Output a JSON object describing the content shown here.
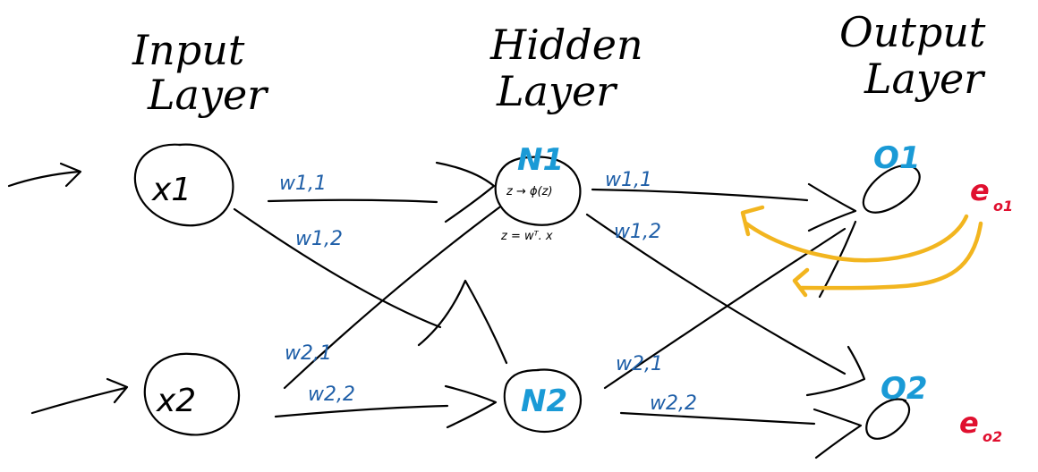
{
  "layers": {
    "input": {
      "title_line1": "Input",
      "title_line2": "Layer"
    },
    "hidden": {
      "title_line1": "Hidden",
      "title_line2": "Layer"
    },
    "output": {
      "title_line1": "Output",
      "title_line2": "Layer"
    }
  },
  "nodes": {
    "x1": "x1",
    "x2": "x2",
    "n1": "N1",
    "n2": "N2",
    "o1": "O1",
    "o2": "O2"
  },
  "n1_annotations": {
    "activation": "z → ϕ(z)",
    "net_input": "z = wᵀ. x"
  },
  "weights_input_hidden": {
    "w11": "w1,1",
    "w12": "w1,2",
    "w21": "w2,1",
    "w22": "w2,2"
  },
  "weights_hidden_output": {
    "w11": "w1,1",
    "w12": "w1,2",
    "w21": "w2,1",
    "w22": "w2,2"
  },
  "errors": {
    "e_o1_main": "e",
    "e_o1_sub": "o1",
    "e_o2_main": "e",
    "e_o2_sub": "o2"
  },
  "colors": {
    "ink": "#000000",
    "weight_blue": "#1f5fa8",
    "node_label_blue": "#1a9ad6",
    "error_red": "#e0102f",
    "feedback_yellow": "#f2b51f"
  }
}
